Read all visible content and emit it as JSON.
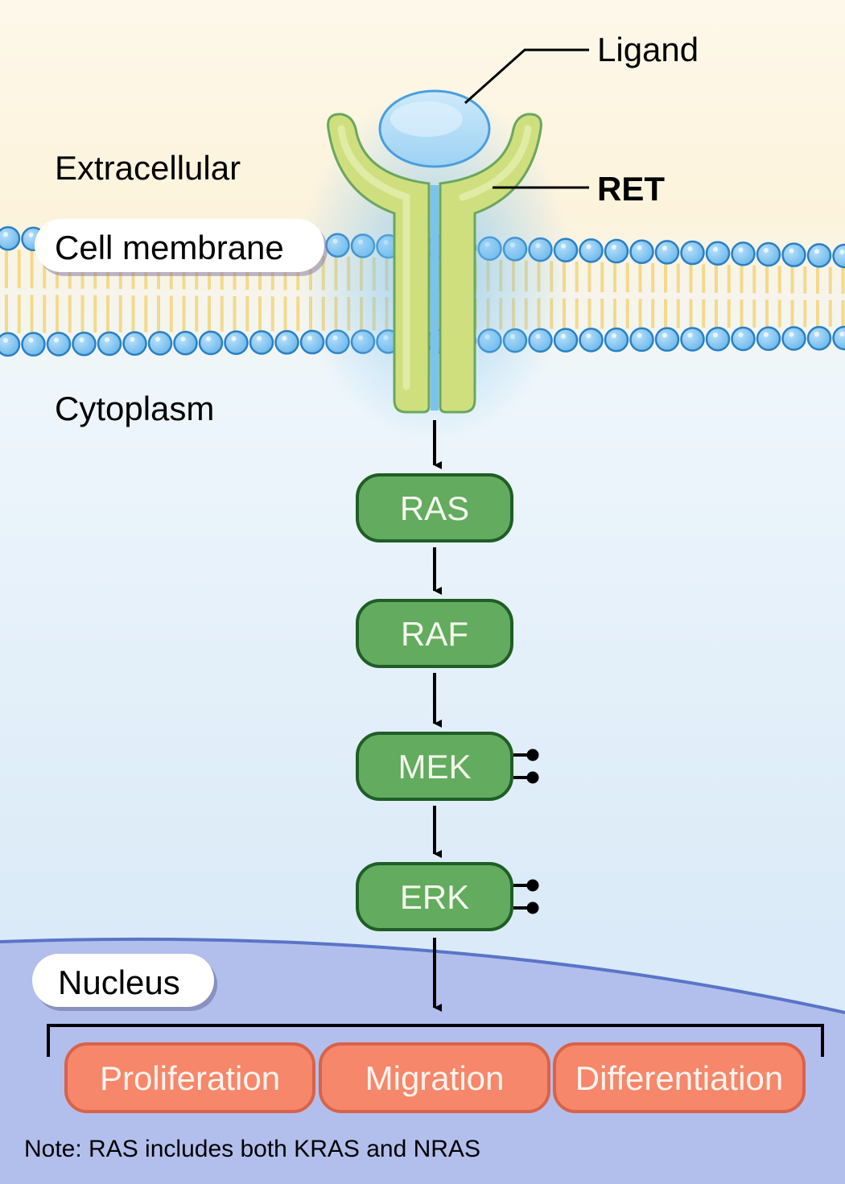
{
  "regions": {
    "extracellular": "Extracellular",
    "cell_membrane": "Cell membrane",
    "cytoplasm": "Cytoplasm",
    "nucleus": "Nucleus"
  },
  "receptor": {
    "ligand_label": "Ligand",
    "receptor_label": "RET"
  },
  "pathway": [
    {
      "id": "ras",
      "label": "RAS",
      "phosphorylated": false
    },
    {
      "id": "raf",
      "label": "RAF",
      "phosphorylated": false
    },
    {
      "id": "mek",
      "label": "MEK",
      "phosphorylated": true
    },
    {
      "id": "erk",
      "label": "ERK",
      "phosphorylated": true
    }
  ],
  "outcomes": [
    {
      "label": "Proliferation"
    },
    {
      "label": "Migration"
    },
    {
      "label": "Differentiation"
    }
  ],
  "note": "Note: RAS includes both KRAS and NRAS",
  "colors": {
    "extracellular_bg": "#fdf6e3",
    "cytoplasm_bg": "#e6f1fb",
    "nucleus_bg": "#b2bfec",
    "nucleus_border": "#5a74c8",
    "kinase_fill": "#63ab5e",
    "kinase_border": "#1f5e26",
    "outcome_fill": "#f6876a",
    "outcome_border": "#d9624a",
    "receptor_fill": "#cfdf7e",
    "receptor_border": "#6aa75e",
    "ligand_fill": "#a9d8f3",
    "ligand_border": "#4a9ee0",
    "lipid_head": "#7cc2ef",
    "lipid_head_border": "#2a80c2",
    "lipid_tail": "#f3d98a"
  }
}
